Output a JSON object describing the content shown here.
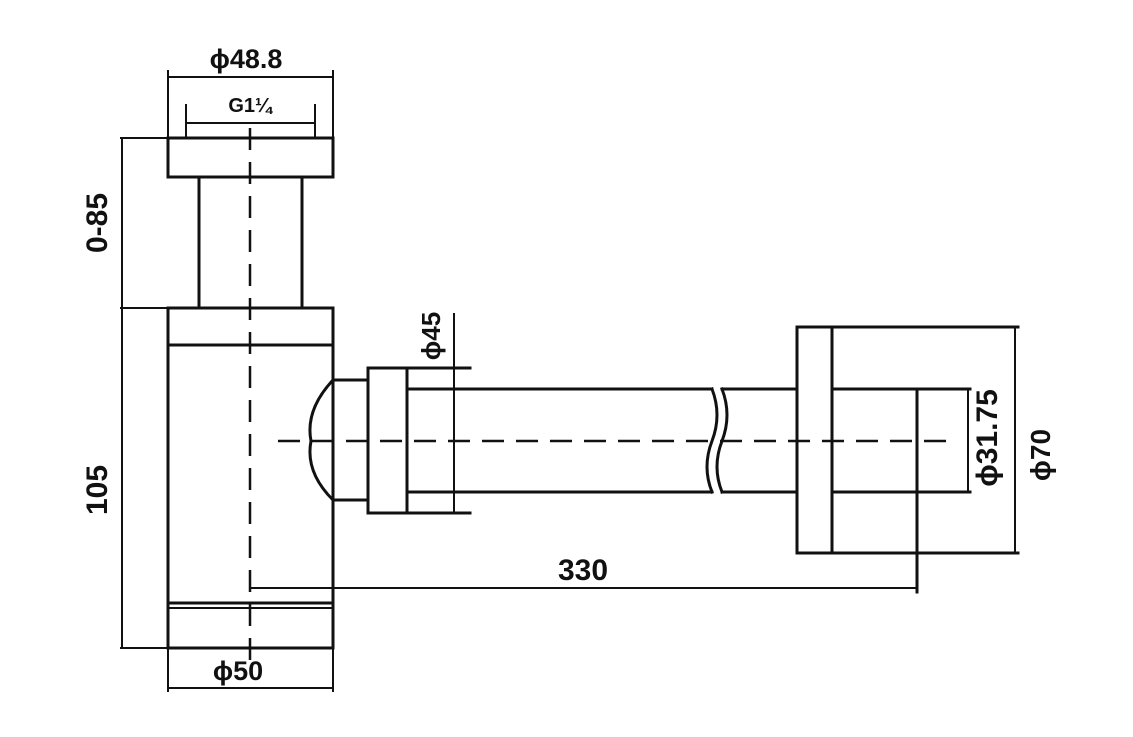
{
  "drawing": {
    "title": "Bottle trap dimension drawing",
    "dimensions": {
      "top_outer_diameter": "ϕ48.8",
      "thread": "G1¼",
      "height_adjust": "0-85",
      "body_height": "105",
      "body_diameter": "ϕ50",
      "nut_diameter": "ϕ45",
      "pipe_length": "330",
      "pipe_diameter": "ϕ31.75",
      "flange_diameter": "ϕ70"
    },
    "colors": {
      "line": "#111111",
      "background": "#ffffff"
    }
  }
}
